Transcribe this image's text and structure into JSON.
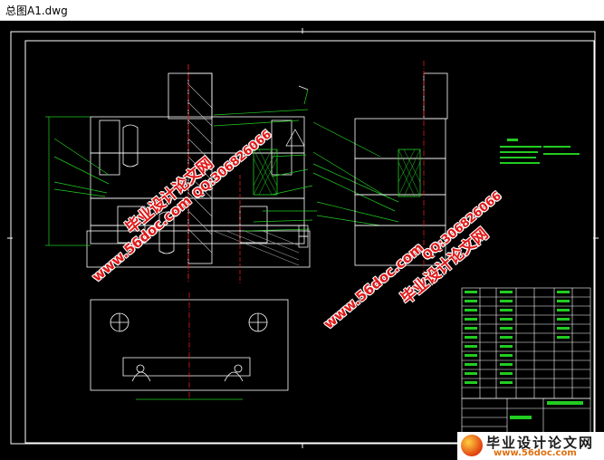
{
  "window": {
    "title": "总图A1.dwg"
  },
  "watermarks": {
    "cn_text": "毕业设计论文网",
    "url_text": "www.56doc.com",
    "qq_text": "QQ:306826066"
  },
  "footer": {
    "cn_text": "毕业设计论文网",
    "url_text": "www.56doc.com"
  },
  "colors": {
    "background": "#000000",
    "lines": "#ffffff",
    "green": "#22cc22",
    "red": "#e01818"
  }
}
